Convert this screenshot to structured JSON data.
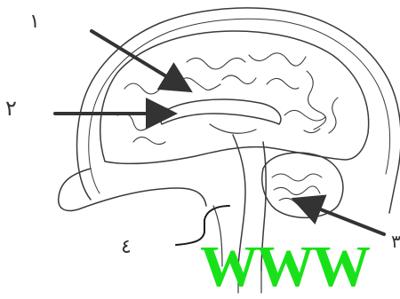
{
  "diagram": {
    "labels": [
      "١",
      "٢",
      "٣",
      "٤"
    ],
    "watermark": "WWW",
    "colors": {
      "line": "#3a3a3a",
      "arrow": "#333333",
      "watermark": "#19e119",
      "background": "#ffffff"
    }
  }
}
